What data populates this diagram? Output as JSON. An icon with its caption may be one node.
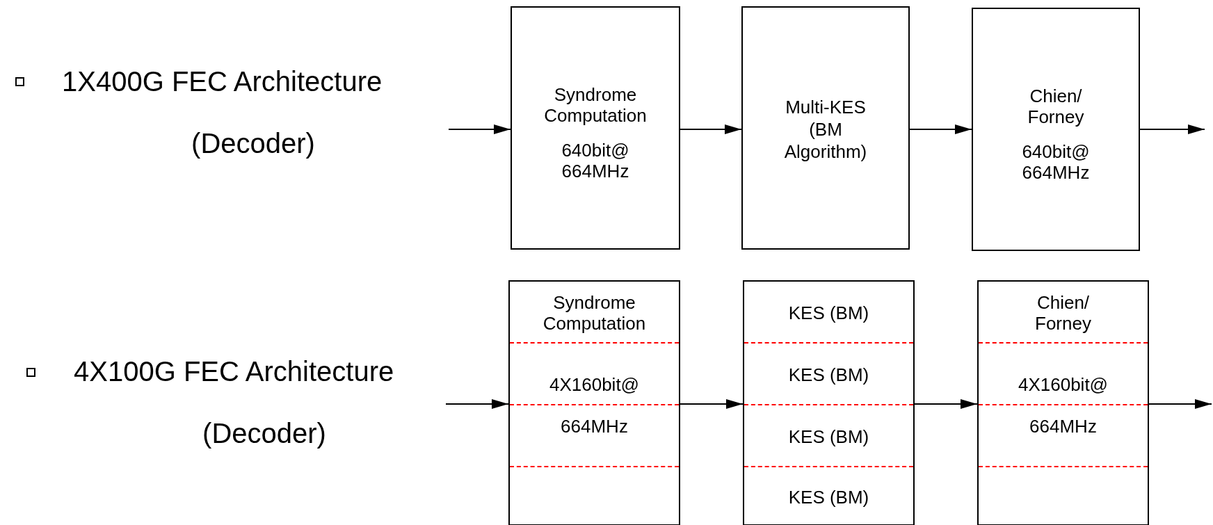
{
  "diagram": {
    "nodes": [
      {
        "text": [
          "Syndrome Computation",
          "640bit@ 664MHz"
        ]
      },
      {
        "text": [
          "Multi-KES (BM Algorithm)"
        ]
      },
      {
        "text": [
          "Chien/ Forney",
          "640bit@ 664MHz"
        ]
      },
      {
        "text": [
          "Syndrome Computation",
          "4X160bit@ 664MHz"
        ]
      },
      {
        "text": [
          "KES (BM)",
          "KES (BM)",
          "KES (BM)",
          "KES (BM)"
        ]
      },
      {
        "text": [
          "Chien/ Forney",
          "4X160bit@ 664MHz"
        ]
      }
    ],
    "edges": [
      {
        "from": null,
        "to": 0,
        "arrow": "to"
      },
      {
        "from": 0,
        "to": 1,
        "arrow": "to"
      },
      {
        "from": 1,
        "to": 2,
        "arrow": "to"
      },
      {
        "from": 2,
        "to": null,
        "arrow": "to"
      },
      {
        "from": null,
        "to": 3,
        "arrow": "to"
      },
      {
        "from": 3,
        "to": 4,
        "arrow": "to"
      },
      {
        "from": 4,
        "to": 5,
        "arrow": "to"
      },
      {
        "from": 5,
        "to": null,
        "arrow": "to"
      }
    ],
    "labels": [
      "1X400G FEC Architecture",
      "(Decoder)",
      "4X100G FEC Architecture",
      "(Decoder)"
    ]
  }
}
